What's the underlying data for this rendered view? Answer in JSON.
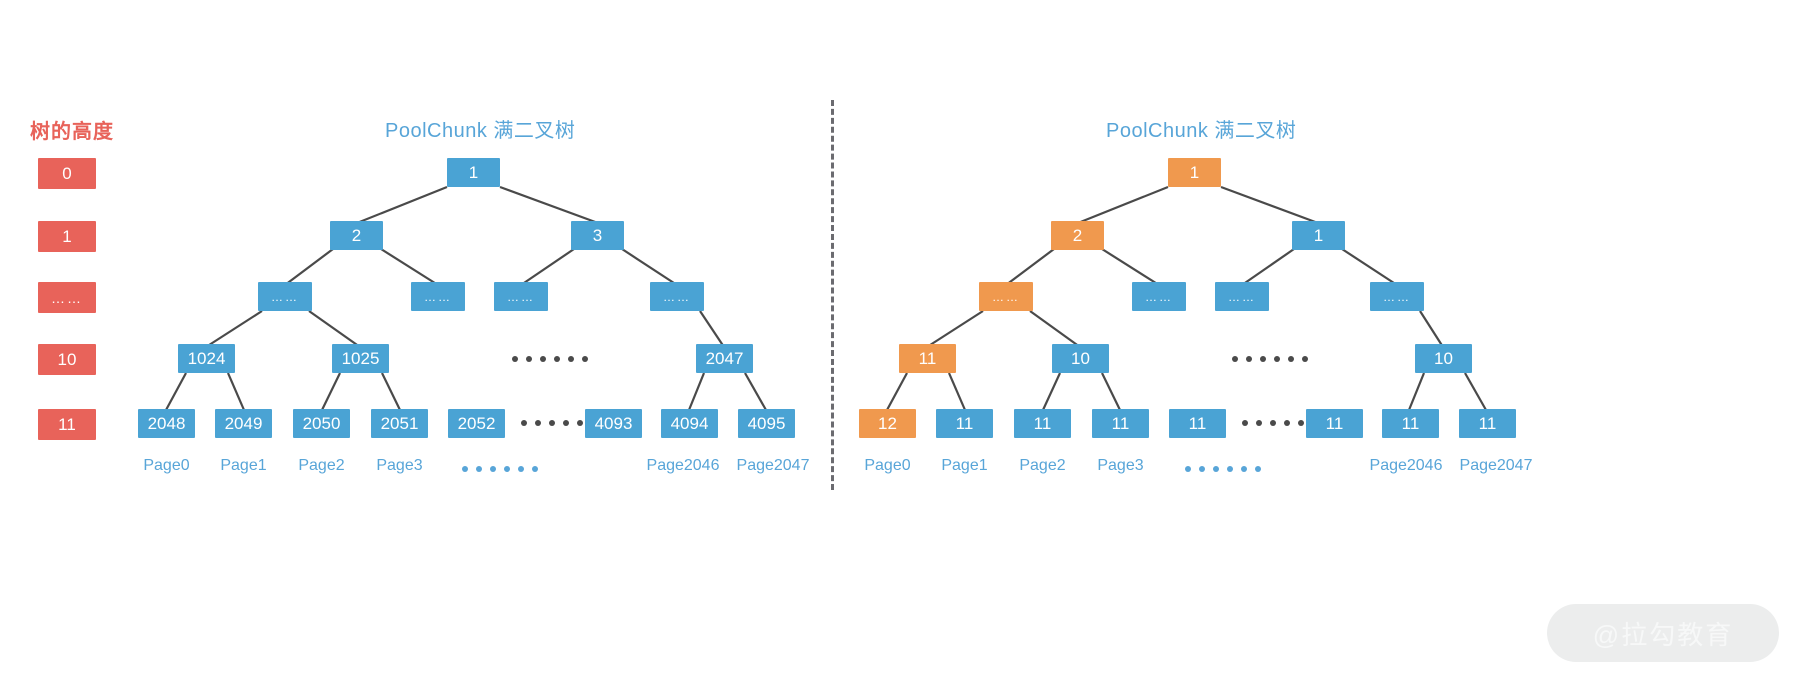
{
  "legend": {
    "title": "树的高度",
    "levels": [
      "0",
      "1",
      "……",
      "10",
      "11"
    ]
  },
  "colors": {
    "blue": "#4aa3d4",
    "orange": "#f0994e",
    "red": "#e8635a",
    "line": "#4a4a4a",
    "title_blue": "#58a5d8"
  },
  "left_tree": {
    "title": "PoolChunk 满二叉树",
    "level0": [
      "1"
    ],
    "level1": [
      "2",
      "3"
    ],
    "level2": [
      "……",
      "……",
      "……",
      "……"
    ],
    "level10": [
      "1024",
      "1025",
      "2047"
    ],
    "level11": [
      "2048",
      "2049",
      "2050",
      "2051",
      "2052",
      "4093",
      "4094",
      "4095"
    ],
    "page_labels": [
      "Page0",
      "Page1",
      "Page2",
      "Page3",
      "Page2046",
      "Page2047"
    ]
  },
  "right_tree": {
    "title": "PoolChunk 满二叉树",
    "level0": [
      "1"
    ],
    "level1": [
      "2",
      "1"
    ],
    "level2": [
      "……",
      "……",
      "……",
      "……"
    ],
    "level10": [
      "11",
      "10",
      "10"
    ],
    "level11": [
      "12",
      "11",
      "11",
      "11",
      "11",
      "11",
      "11",
      "11"
    ],
    "page_labels": [
      "Page0",
      "Page1",
      "Page2",
      "Page3",
      "Page2046",
      "Page2047"
    ]
  },
  "watermark": {
    "text": "@拉勾教育"
  }
}
